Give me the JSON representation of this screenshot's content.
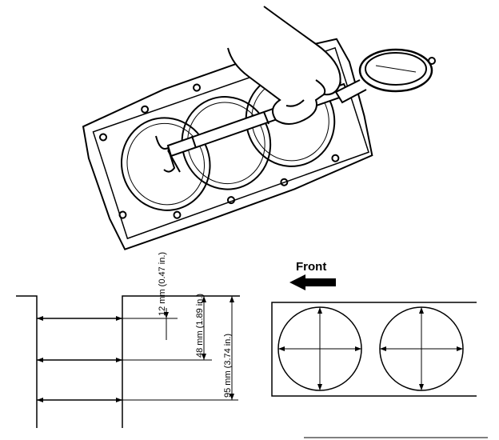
{
  "labels": {
    "front": "Front",
    "dim_12": "12 mm (0.47 in.)",
    "dim_48": "48 mm (1.89 in.)",
    "dim_95": "95 mm (3.74 in.)"
  },
  "colors": {
    "ink": "#000000",
    "paper": "#ffffff"
  }
}
